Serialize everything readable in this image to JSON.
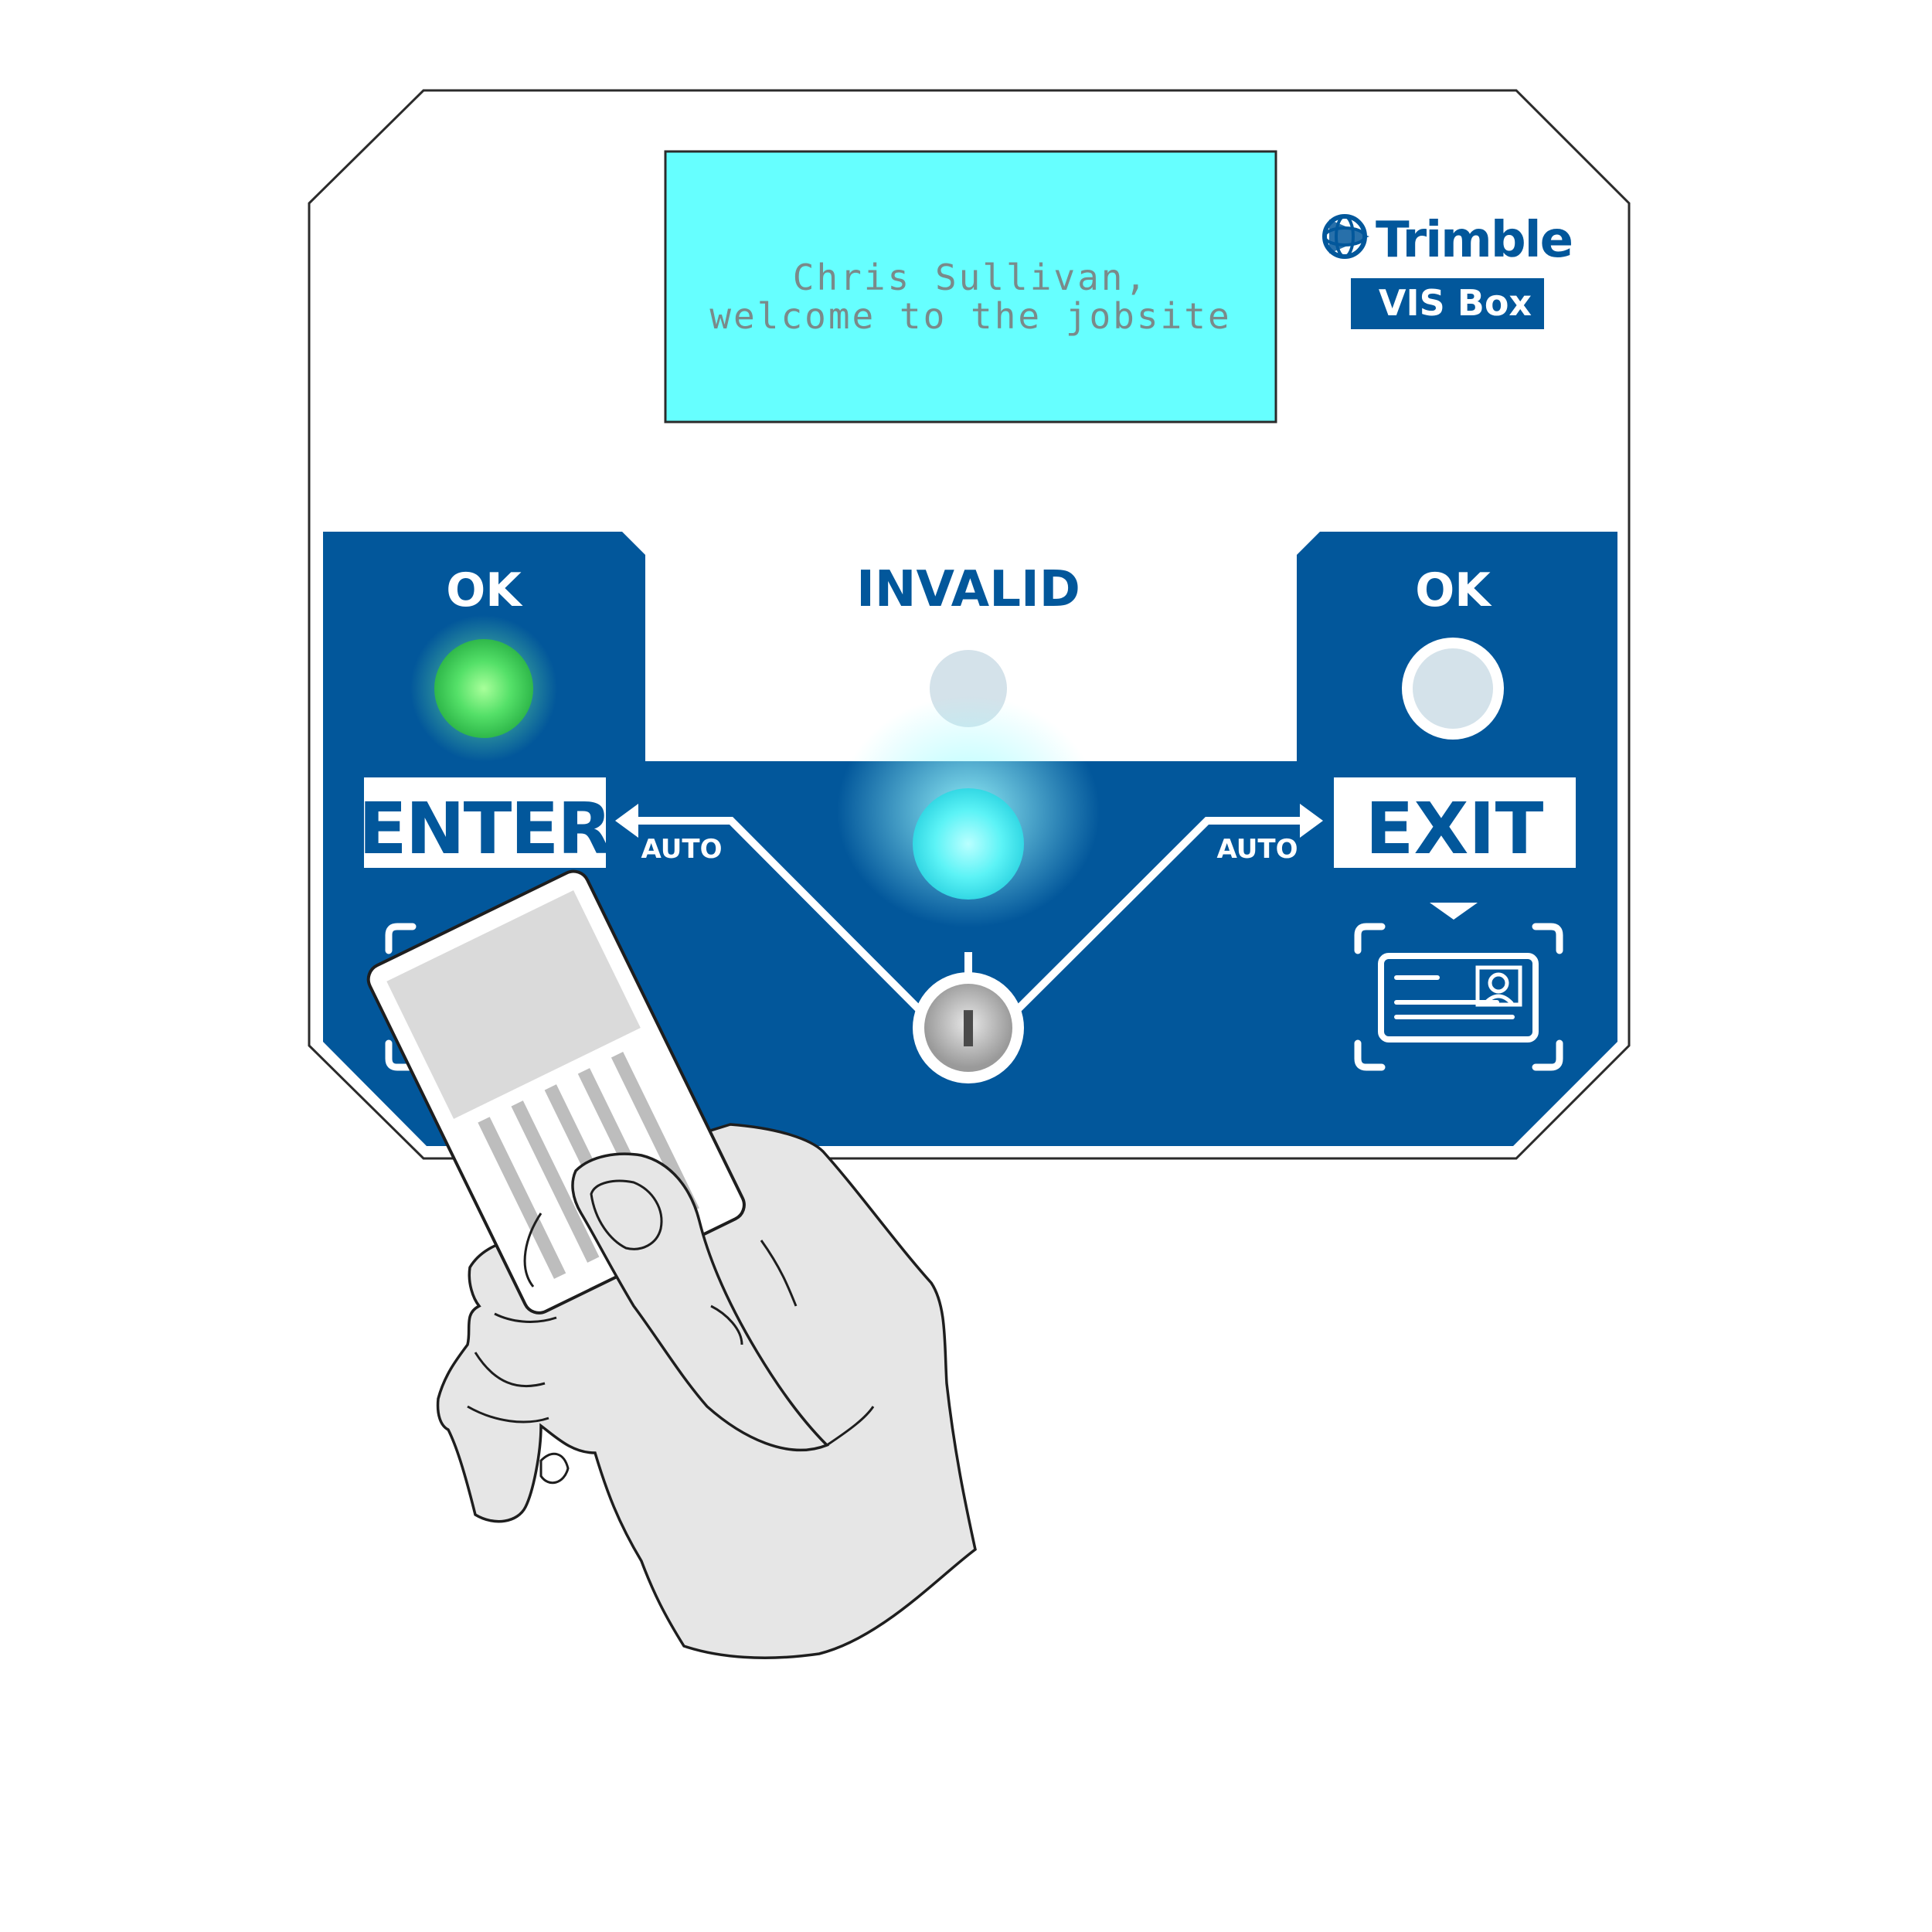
{
  "device": {
    "brand": {
      "name": "Trimble",
      "product": "VIS Box",
      "logo_icon": "trimble-globe-icon"
    },
    "display": {
      "line1": "Chris Sullivan,",
      "line2": "welcome to the jobsite",
      "backlight_color": "#66ffff",
      "text_color": "#7a8a8a"
    },
    "indicators": {
      "enter_ok": {
        "label": "OK",
        "state": "on",
        "color": "#44e060"
      },
      "invalid": {
        "label": "INVALID",
        "state": "off",
        "color": "#d4e2ea"
      },
      "exit_ok": {
        "label": "OK",
        "state": "off",
        "color": "#d4e2ea"
      },
      "center": {
        "state": "on",
        "color": "#55f0f5"
      }
    },
    "buttons": {
      "enter": {
        "label": "ENTER",
        "auto_label": "AUTO"
      },
      "exit": {
        "label": "EXIT",
        "auto_label": "AUTO"
      }
    },
    "selector": {
      "mark": "I"
    },
    "card_reader": {
      "icon": "id-card-scan-icon"
    },
    "panel_color": "#02579b"
  },
  "hand": {
    "icon": "hand-holding-card-icon"
  }
}
